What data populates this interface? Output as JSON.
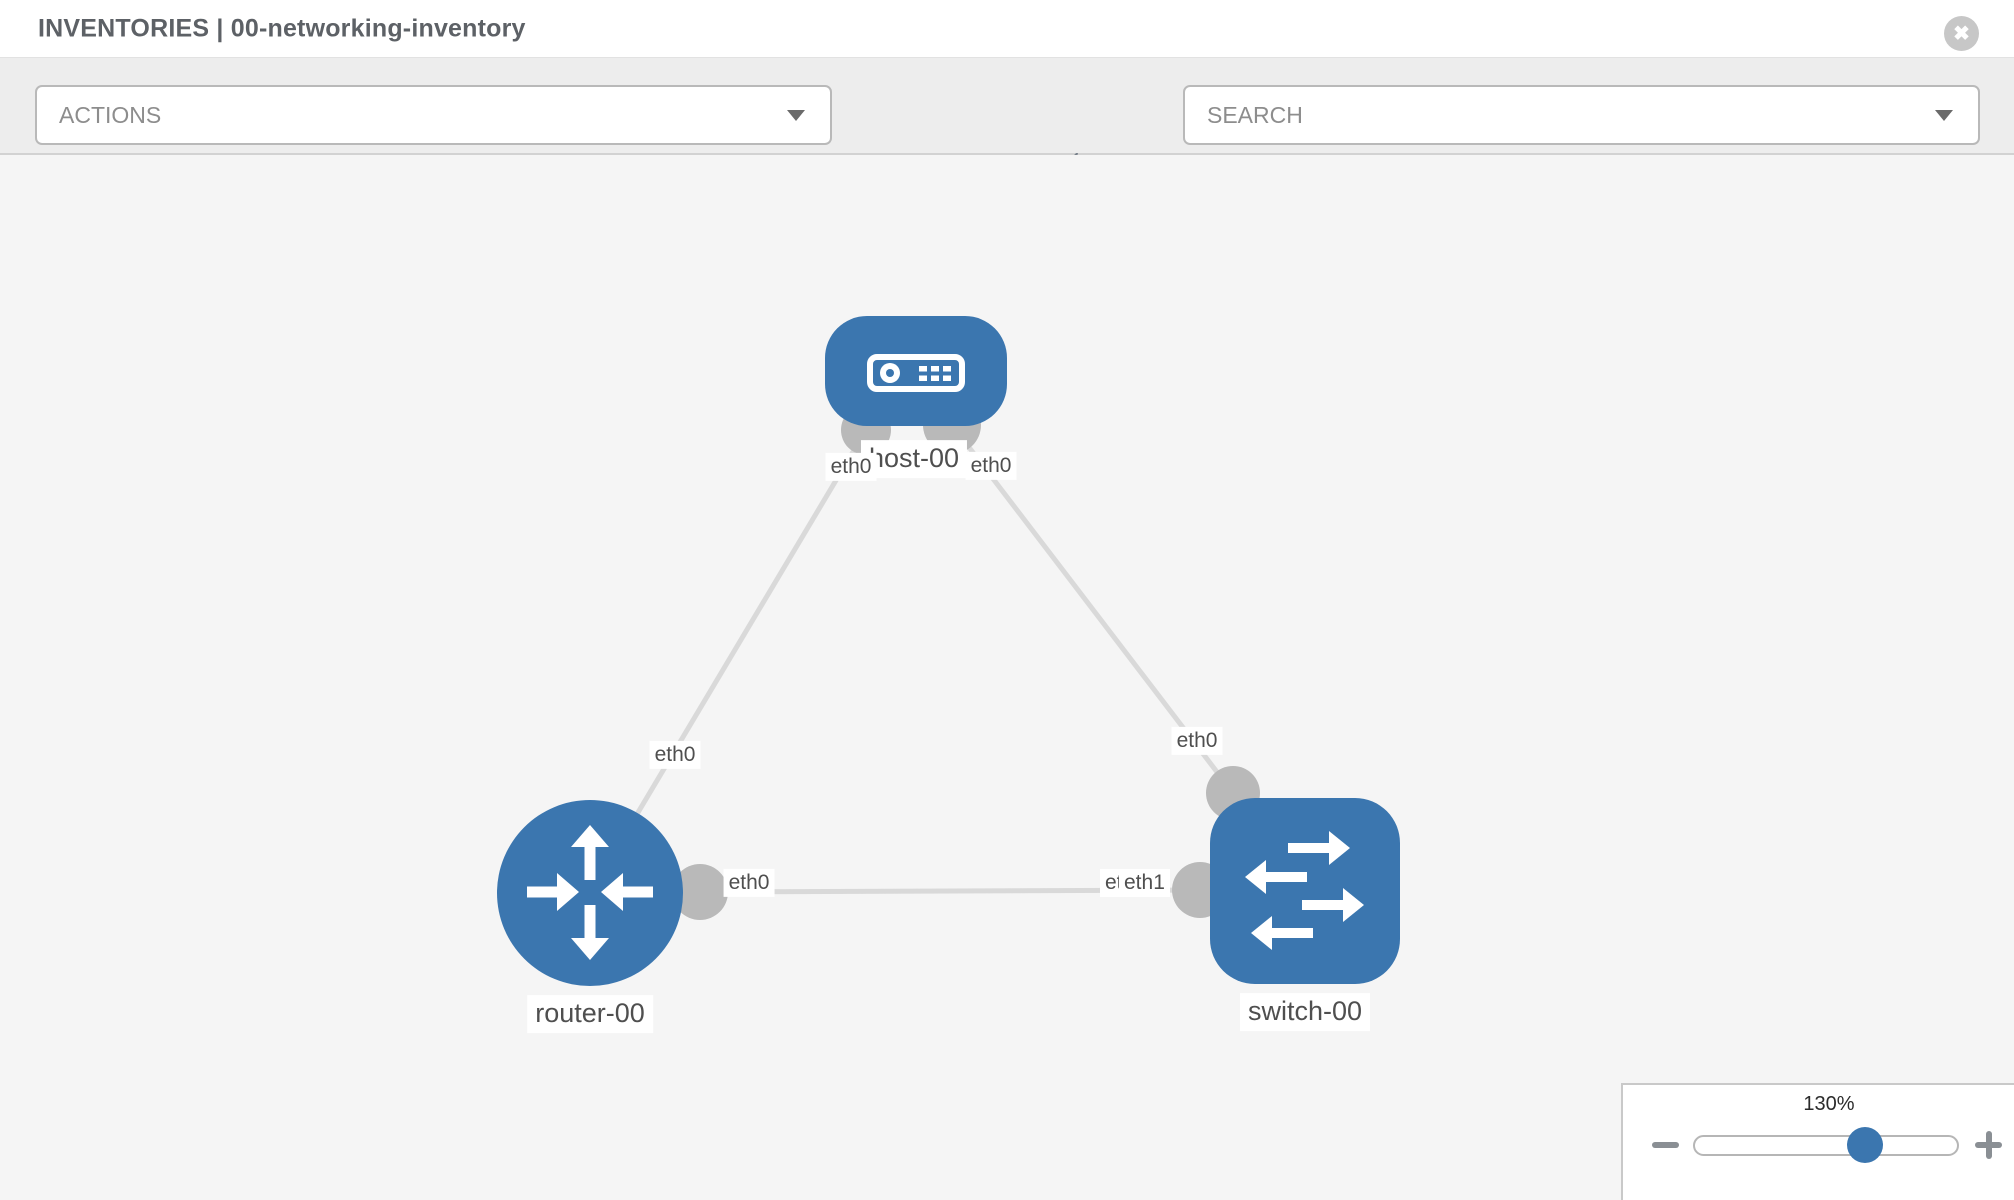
{
  "header": {
    "section": "INVENTORIES",
    "separator": "|",
    "inventory_name": "00-networking-inventory",
    "close_label": "✖"
  },
  "toolbar": {
    "actions_label": "ACTIONS",
    "search_placeholder": "SEARCH",
    "icons": [
      "wrench-icon",
      "key-icon"
    ]
  },
  "topology": {
    "nodes": [
      {
        "id": "host-00",
        "type": "host",
        "label": "host-00"
      },
      {
        "id": "router-00",
        "type": "router",
        "label": "router-00"
      },
      {
        "id": "switch-00",
        "type": "switch",
        "label": "switch-00"
      }
    ],
    "links": [
      {
        "source": "host-00",
        "target": "router-00",
        "source_interface": "eth0",
        "target_interface": "eth0"
      },
      {
        "source": "host-00",
        "target": "switch-00",
        "source_interface": "eth0",
        "target_interface": "eth0"
      },
      {
        "source": "router-00",
        "target": "switch-00",
        "source_interface": "eth0",
        "target_interface": "eth1"
      }
    ],
    "overlap_hidden_interface": "eth0"
  },
  "zoom_control": {
    "level": "130%"
  },
  "colors": {
    "node_fill": "#3b76af",
    "link": "#d9d9d9",
    "connector": "#b9b9b9",
    "canvas_bg": "#f5f5f5",
    "toolbar_bg": "#ededed",
    "icon_gray": "#79828c"
  }
}
